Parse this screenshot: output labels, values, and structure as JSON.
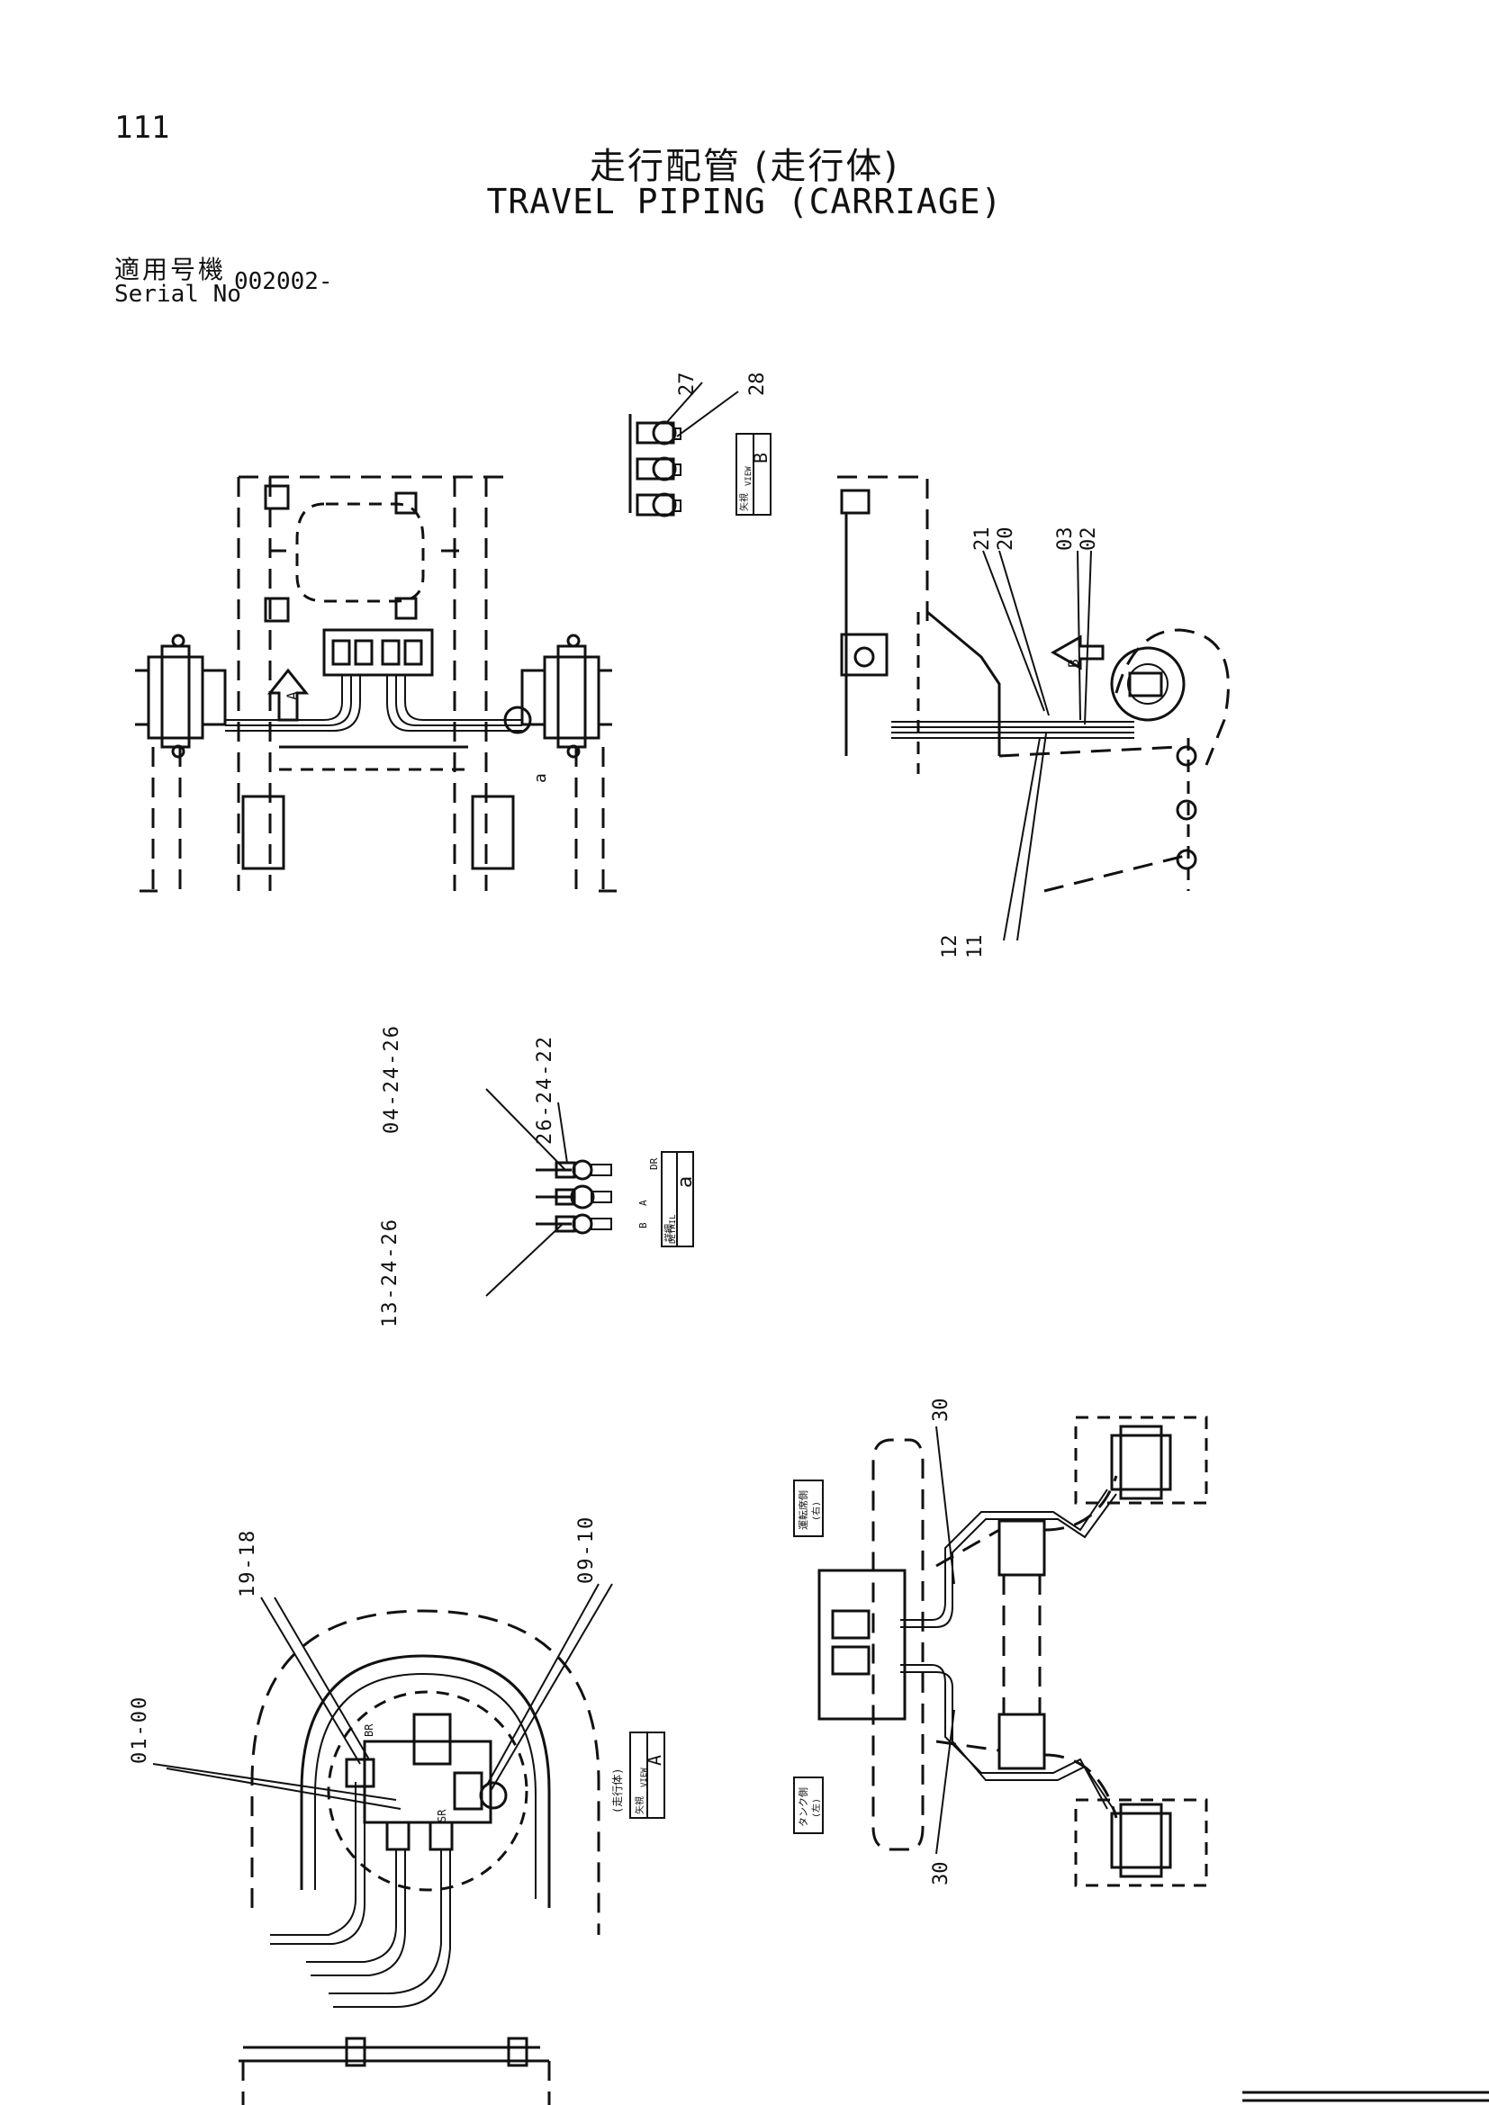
{
  "page_number": "111",
  "title_jp": "走行配管 (走行体)",
  "title_en": "TRAVEL PIPING (CARRIAGE)",
  "serial_label_jp": "適用号機",
  "serial_label_en": "Serial No",
  "serial_value": "002002-",
  "callouts": {
    "c27": "27",
    "c28": "28",
    "c21": "21",
    "c20": "20",
    "c03": "03",
    "c02": "02",
    "c12": "12",
    "c11": "11",
    "c04_24_26": "04-24-26",
    "c26_24_22": "26-24-22",
    "c13_24_26": "13-24-26",
    "c19_18": "19-18",
    "c09_10": "09-10",
    "c01_00": "01-00",
    "c30_top": "30",
    "c30_bottom": "30"
  },
  "view_labels": {
    "view_b_jp": "矢視",
    "view_b_en": "VIEW",
    "view_b_letter": "B",
    "detail_jp": "詳細",
    "detail_en": "DETAIL",
    "detail_letter": "a",
    "view_a_jp": "矢視",
    "view_a_en": "VIEW",
    "view_a_letter": "A",
    "view_a_note": "(走行体)",
    "arrow_a": "A",
    "arrow_b": "B",
    "detail_mark": "a",
    "port_dr": "DR",
    "port_a": "A",
    "port_b": "B",
    "port_br": "BR",
    "port_sr": "SR",
    "side_right_jp": "運転席側",
    "side_right_sub": "(右)",
    "side_left_jp": "タンク側",
    "side_left_sub": "(左)"
  }
}
